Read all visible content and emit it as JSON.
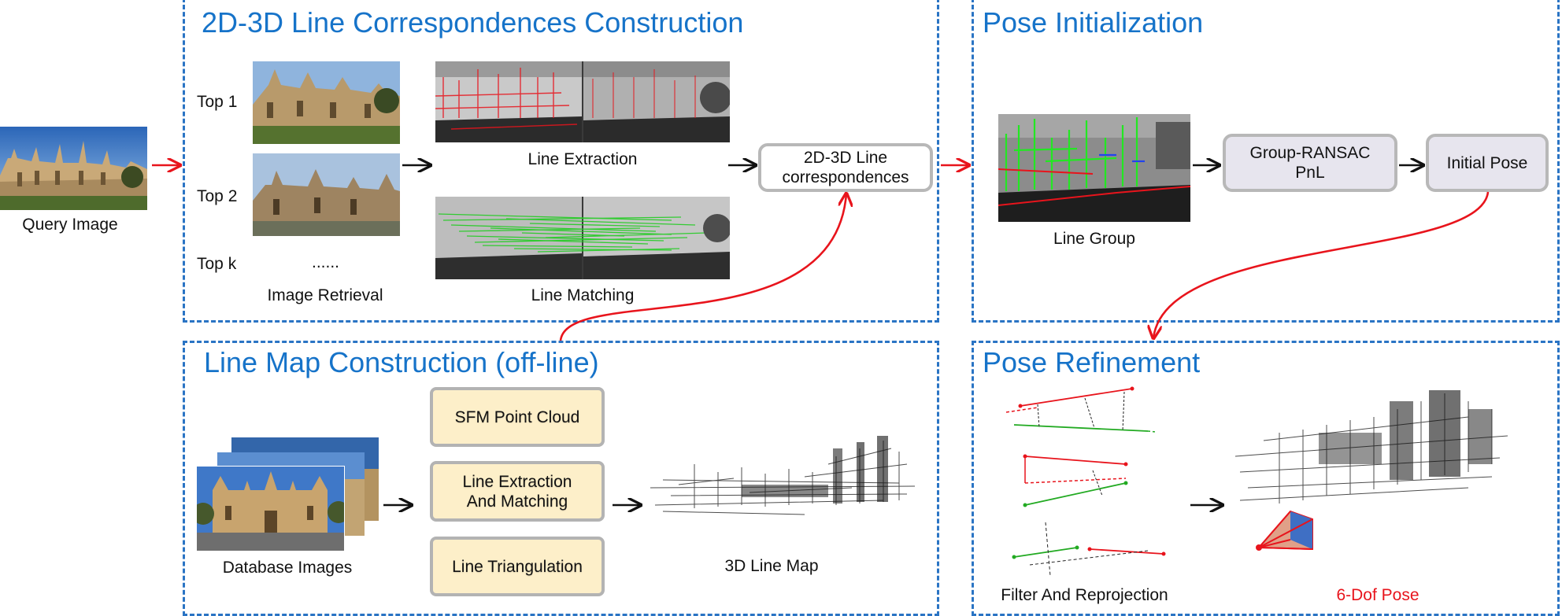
{
  "query": {
    "label": "Query Image"
  },
  "panels": {
    "correspondence": {
      "title": "2D-3D Line Correspondences Construction",
      "top1": "Top 1",
      "top2": "Top 2",
      "topk": "Top k",
      "ellipsis": "......",
      "retrieval_label": "Image Retrieval",
      "extraction_label": "Line Extraction",
      "matching_label": "Line  Matching",
      "corr_box": [
        "2D-3D Line",
        "correspondences"
      ]
    },
    "pose_init": {
      "title": "Pose Initialization",
      "group_label": "Line  Group",
      "ransac_box": [
        "Group-RANSAC",
        "PnL"
      ],
      "initial_pose": "Initial Pose"
    },
    "line_map": {
      "title": "Line Map Construction  (off-line)",
      "db_label": "Database Images",
      "sfm_box": "SFM Point Cloud",
      "extract_box": [
        "Line Extraction",
        "And Matching"
      ],
      "triang_box": "Line Triangulation",
      "map_label": "3D Line Map"
    },
    "refine": {
      "title": "Pose Refinement",
      "filter_label": "Filter And Reprojection",
      "pose_label": "6-Dof Pose",
      "pose_color": "#e8141c"
    }
  },
  "colors": {
    "panel_border": "#2a74c4",
    "title": "#1673c9",
    "red_arrow": "#e8141c",
    "match_green": "#22cc22",
    "cream_box": "#fdefc9",
    "gray_box": "#e7e5ee"
  }
}
